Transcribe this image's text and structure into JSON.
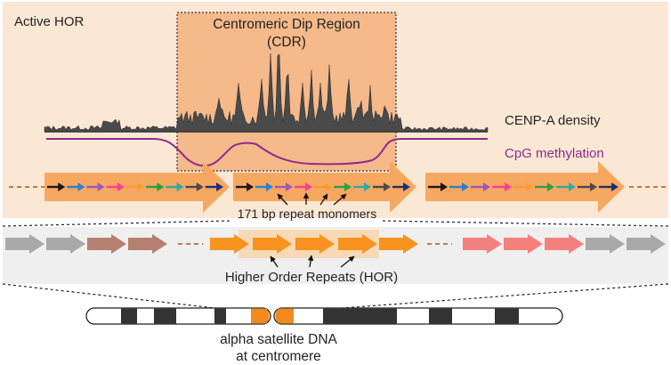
{
  "labels": {
    "active_hor": "Active HOR",
    "cdr_title_line1": "Centromeric Dip Region",
    "cdr_title_line2": "(CDR)",
    "cenpa_density": "CENP-A density",
    "cpg_methylation": "CpG methylation",
    "monomers": "171 bp repeat monomers",
    "hor": "Higher Order Repeats (HOR)",
    "caption_line1": "alpha satellite DNA",
    "caption_line2": "at centromere"
  },
  "colors": {
    "panel_fill": "#fbe8d4",
    "cdr_fill": "#f5b98a",
    "density_fill": "#4a4a4a",
    "methylation_line": "#8e2a8e",
    "hor_arrow_fill": "#f7a860",
    "dashed_connector": "#b84a2a",
    "row_background": "#efefef",
    "hor_highlight_box": "#f8d9b6",
    "centromere_orange": "#f28a1e",
    "chromosome_band_dark": "#333333",
    "monomer_colors": [
      "#1a1a1a",
      "#2d7fd0",
      "#9b59b6",
      "#ff3d9a",
      "#ff9933",
      "#2aa045",
      "#30a8a8",
      "#4a4a4a",
      "#1c2f7a"
    ],
    "row_arrows": {
      "gray": "#a9a9a9",
      "brown": "#b58070",
      "orange": "#f7931e",
      "pink": "#f4807e"
    }
  }
}
